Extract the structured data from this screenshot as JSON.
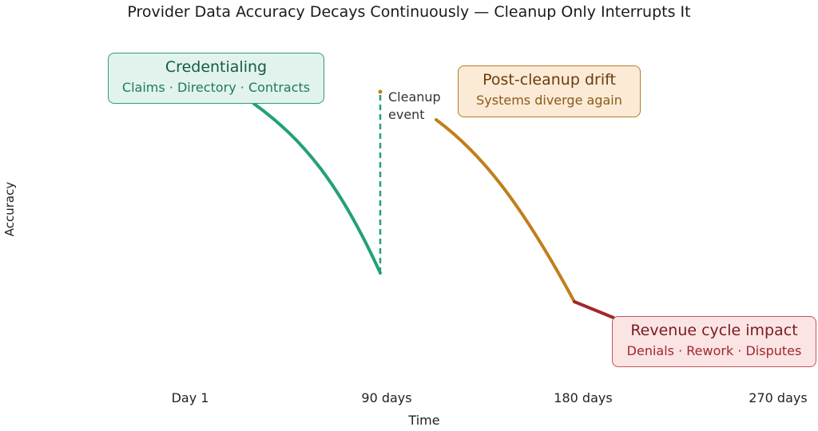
{
  "title": "Provider Data Accuracy Decays Continuously — Cleanup Only Interrupts It",
  "axes": {
    "ylabel": "Accuracy",
    "xlabel": "Time",
    "ticks": [
      "Day 1",
      "90 days",
      "180 days",
      "270 days"
    ]
  },
  "boxes": {
    "credentialing": {
      "heading": "Credentialing",
      "sub": "Claims · Directory · Contracts"
    },
    "drift": {
      "heading": "Post-cleanup drift",
      "sub": "Systems diverge again"
    },
    "revenue": {
      "heading": "Revenue cycle impact",
      "sub": "Denials · Rework · Disputes"
    }
  },
  "cleanup_label": [
    "Cleanup",
    "event"
  ],
  "colors": {
    "green": "#23a07a",
    "orange": "#c07f1c",
    "red": "#a0282e"
  }
}
